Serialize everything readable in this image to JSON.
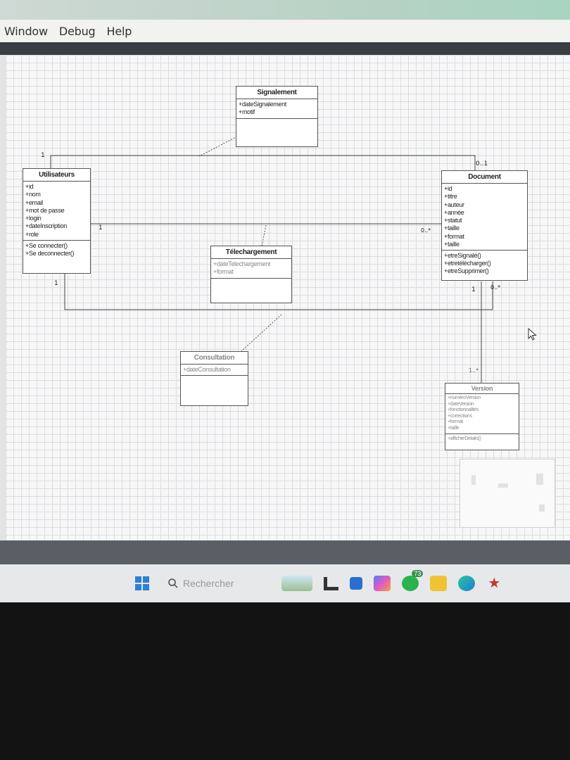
{
  "menu": {
    "items": [
      "Window",
      "Debug",
      "Help"
    ]
  },
  "classes": {
    "signalement": {
      "name": "Signalement",
      "attributes": [
        "+dateSignalement",
        "+motif"
      ],
      "operations": []
    },
    "utilisateurs": {
      "name": "Utilisateurs",
      "attributes": [
        "+id",
        "+nom",
        "+email",
        "+mot de passe",
        "+login",
        "+dateInscription",
        "+role"
      ],
      "operations": [
        "+Se connecter()",
        "+Se deconnecter()"
      ]
    },
    "document": {
      "name": "Document",
      "attributes": [
        "+id",
        "+titre",
        "+auteur",
        "+année",
        "+statut",
        "+taille",
        "+format",
        "+taille"
      ],
      "operations": [
        "+etreSignalé()",
        "+etretélécharger()",
        "+etreSupprimer()"
      ]
    },
    "telechargement": {
      "name": "Télechargement",
      "attributes": [
        "+dateTelechargement",
        "+format"
      ],
      "operations": []
    },
    "consultation": {
      "name": "Consultation",
      "attributes": [
        "+dateConsultation"
      ],
      "operations": []
    },
    "version": {
      "name": "Version",
      "attributes": [
        "+numéroVersion",
        "+dateVersion",
        "+fonctionnalités",
        "+corrections",
        "+format",
        "+taille"
      ],
      "operations": [
        "+afficherDetails()"
      ]
    }
  },
  "multiplicities": {
    "m1": "1",
    "m2": "0..1",
    "m3": "1",
    "m4": "0..*",
    "m5": "1",
    "m6": "1",
    "m7": "0..*",
    "m8": "1..*"
  },
  "taskbar": {
    "search_placeholder": "Rechercher",
    "badge_count": "73"
  }
}
